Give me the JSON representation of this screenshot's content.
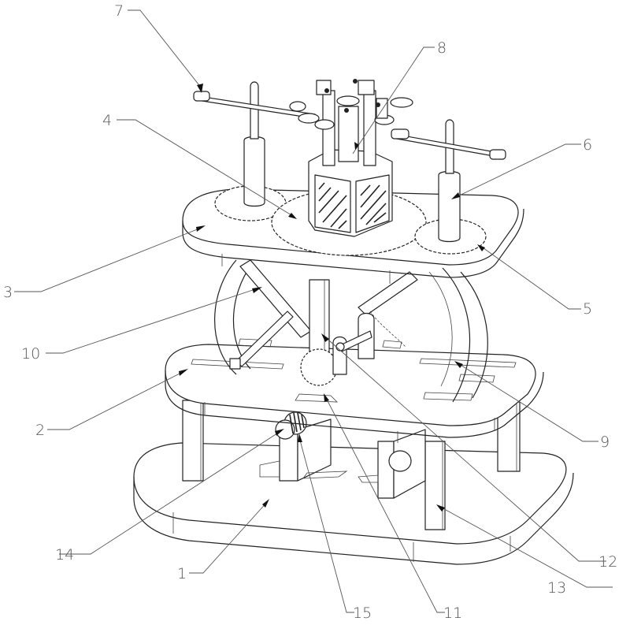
{
  "figure": {
    "type": "patent-line-drawing",
    "subject": "mechanical lifting and rotating apparatus with stacked plates",
    "colors": {
      "line": "#222222",
      "leader": "#555555",
      "label": "#555555",
      "background": "#ffffff"
    }
  },
  "labels": [
    {
      "id": "1",
      "text": "1",
      "part": "base plate"
    },
    {
      "id": "2",
      "text": "2",
      "part": "middle plate"
    },
    {
      "id": "3",
      "text": "3",
      "part": "top plate"
    },
    {
      "id": "4",
      "text": "4",
      "part": "large central gear"
    },
    {
      "id": "5",
      "text": "5",
      "part": "side gear"
    },
    {
      "id": "6",
      "text": "6",
      "part": "vertical column"
    },
    {
      "id": "7",
      "text": "7",
      "part": "cross arm"
    },
    {
      "id": "8",
      "text": "8",
      "part": "clamp head assembly"
    },
    {
      "id": "9",
      "text": "9",
      "part": "curved guide arc"
    },
    {
      "id": "10",
      "text": "10",
      "part": "scissor link"
    },
    {
      "id": "11",
      "text": "11",
      "part": "rack"
    },
    {
      "id": "12",
      "text": "12",
      "part": "bearing block"
    },
    {
      "id": "13",
      "text": "13",
      "part": "support leg"
    },
    {
      "id": "14",
      "text": "14",
      "part": "knob / handwheel"
    },
    {
      "id": "15",
      "text": "15",
      "part": "motor bracket"
    }
  ]
}
